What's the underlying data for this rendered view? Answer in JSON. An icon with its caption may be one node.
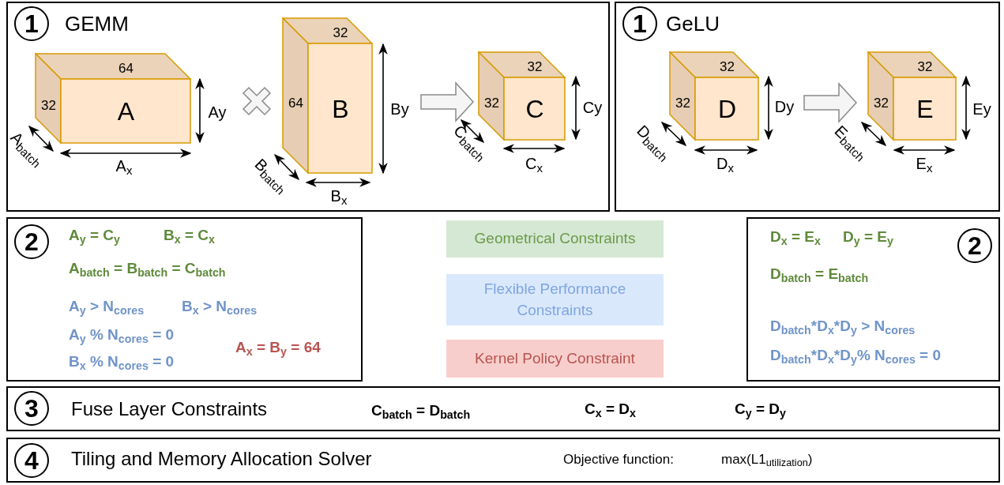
{
  "diagram": {
    "nodes": [
      {
        "text": [
          "GEMM"
        ]
      },
      {
        "text": [
          "1"
        ],
        "in": 0
      },
      {
        "text": [
          "64",
          "32",
          "A"
        ],
        "in": 0
      },
      {
        "text": [
          "32",
          "64",
          "B"
        ],
        "in": 0
      },
      {
        "text": [
          "32",
          "32",
          "C"
        ],
        "in": 0
      },
      {
        "text": [
          "GeLU"
        ]
      },
      {
        "text": [
          "1"
        ],
        "in": 5
      },
      {
        "text": [
          "32",
          "32",
          "D"
        ],
        "in": 5
      },
      {
        "text": [
          "32",
          "32",
          "E"
        ],
        "in": 5
      },
      {
        "text": [
          "A$_{y}$ = C$_{y}$",
          "B$_{x}$ = C$_{x}$",
          "A$_{batch}$ = B$_{batch}$ = C$_{batch}$",
          "A$_{y}$ > N$_{cores}$",
          "B$_{x}$ > N$_{cores}$",
          "A$_{y}$ % N$_{cores}$ = 0",
          "B$_{x}$ % N$_{cores}$ = 0",
          "A$_{x}$ = B$_{y}$ = 64"
        ]
      },
      {
        "text": [
          "2"
        ],
        "in": 9
      },
      {
        "text": [
          "D$_{x}$ = E$_{x}$",
          "D$_{y}$ = E$_{y}$",
          "D$_{batch}$ = E$_{batch}$",
          "D$_{batch}$*D$_{x}$*D$_{y}$ > N$_{cores}$",
          "D$_{batch}$*D$_{x}$*D$_{y}$% N$_{cores}$ = 0"
        ]
      },
      {
        "text": [
          "2"
        ],
        "in": 11
      },
      {
        "text": [
          "Fuse Layer Constraints",
          "C$_{batch}$ = D$_{batch}$",
          "C$_{x}$ = D$_{x}$",
          "C$_{y}$ = D$_{y}$"
        ]
      },
      {
        "text": [
          "3"
        ],
        "in": 13
      },
      {
        "text": [
          "Tiling and Memory Allocation Solver",
          "Objective function:",
          "max(L1$_{utilization}$)"
        ]
      },
      {
        "text": [
          "4"
        ],
        "in": 15
      }
    ],
    "edges": [
      {
        "from": 3,
        "to": 4,
        "arrow": "to"
      },
      {
        "from": 7,
        "to": 8,
        "arrow": "to"
      }
    ],
    "labels": [
      "Ay",
      "A$_{x}$",
      "A$_{batch}$",
      "By",
      "B$_{x}$",
      "B$_{batch}$",
      "Cy",
      "C$_{x}$",
      "C$_{batch}$",
      "Dy",
      "D$_{x}$",
      "D$_{batch}$",
      "Ey",
      "E$_{x}$",
      "E$_{batch}$"
    ],
    "legend": [
      {
        "text": "Geometrical Constraints",
        "color": "#d5e8d4"
      },
      {
        "text": "Flexible Performance Constraints",
        "color": "#dae8fc"
      },
      {
        "text": "Kernel Policy Constraint",
        "color": "#f8cecc"
      }
    ]
  }
}
